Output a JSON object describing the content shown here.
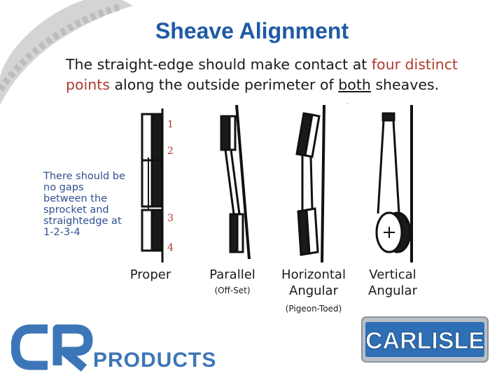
{
  "title": "Sheave Alignment",
  "intro": {
    "part1": "The straight-edge should make contact at ",
    "highlight": "four distinct points",
    "part2": " along the outside perimeter of ",
    "underlined": "both",
    "part3": " sheaves."
  },
  "side_note": "There should be no gaps between the sprocket and straightedge at 1-2-3-4",
  "contact_points": [
    "1",
    "2",
    "3",
    "4"
  ],
  "panels": {
    "proper": "Proper",
    "parallel": "Parallel",
    "parallel_sub": "(Off-Set)",
    "horizontal_line1": "Horizontal",
    "horizontal_line2": "Angular",
    "horizontal_sub": "(Pigeon-Toed)",
    "vertical_line1": "Vertical",
    "vertical_line2": "Angular"
  },
  "logo": {
    "cr": "CR",
    "products": "PRODUCTS",
    "carlisle": "CARLISLE"
  },
  "colors": {
    "title": "#1f5aa6",
    "highlight": "#b03a2e",
    "note": "#2e4f8f",
    "brand_blue": "#3d76b8",
    "swoosh": "#c8c8c8"
  }
}
